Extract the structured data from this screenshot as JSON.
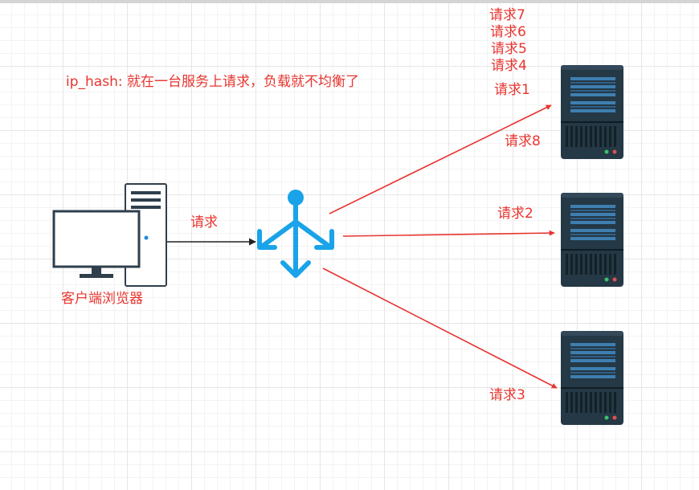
{
  "title": "ip_hash: 就在一台服务上请求，负载就不均衡了",
  "client_label": "客户端浏览器",
  "edge_label": "请求",
  "server1_labels": [
    "请求7",
    "请求6",
    "请求5",
    "请求4",
    "请求1",
    "请求8"
  ],
  "server2_label": "请求2",
  "server3_label": "请求3",
  "colors": {
    "accent": "#e8352f",
    "balancer": "#1aa3e8",
    "server_body": "#243845",
    "device_outline": "#2f3f4c"
  },
  "icons": [
    "desktop-computer-icon",
    "load-balancer-icon",
    "server-icon"
  ]
}
